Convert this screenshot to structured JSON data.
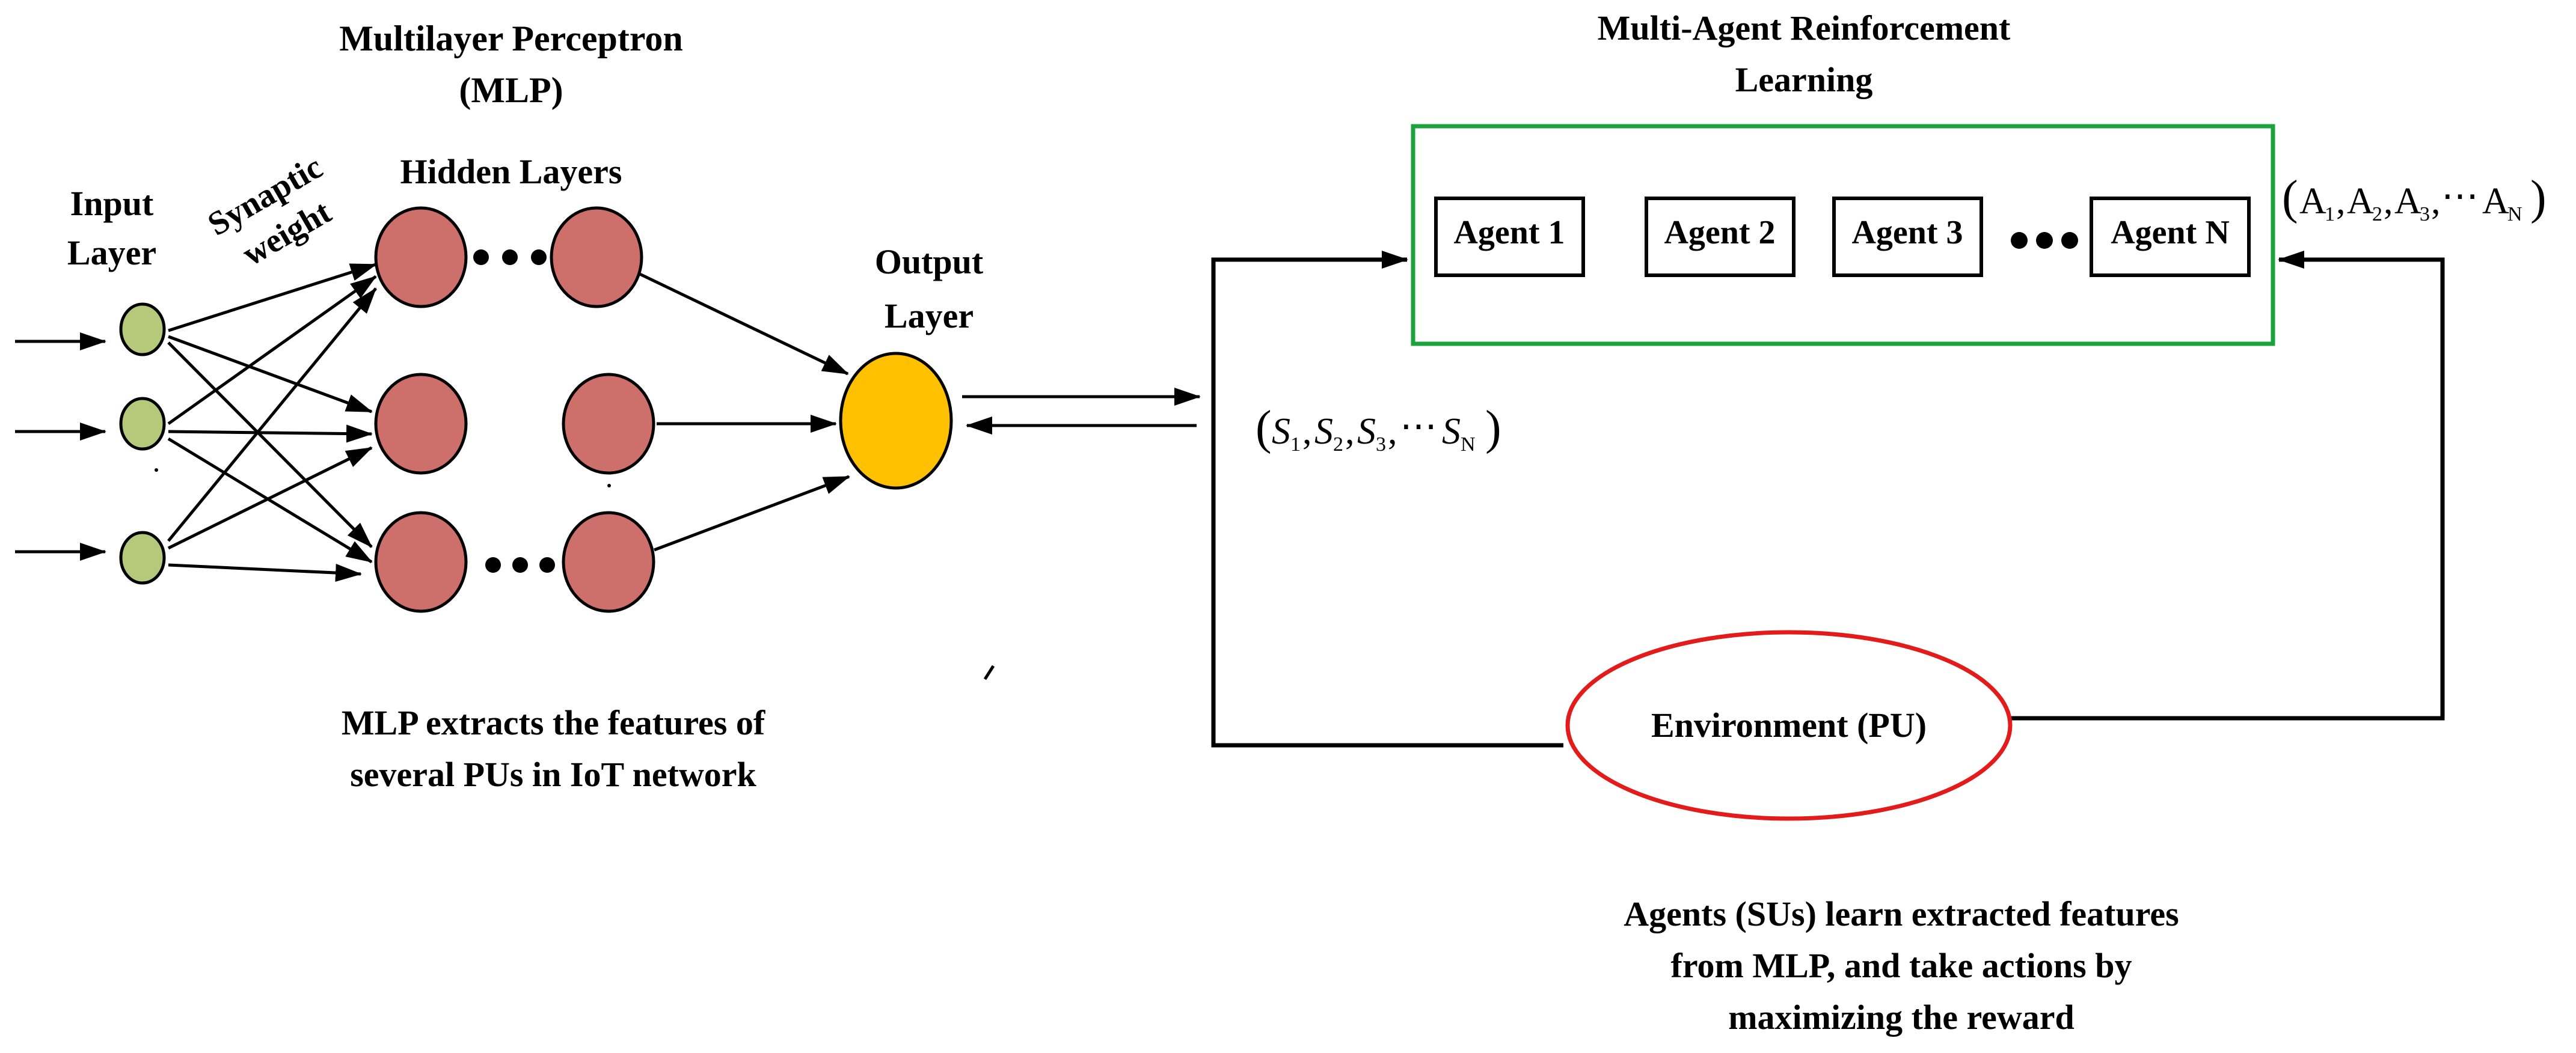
{
  "mlp": {
    "title_line1": "Multilayer Perceptron",
    "title_line2": "(MLP)",
    "input_layer_line1": "Input",
    "input_layer_line2": "Layer",
    "synaptic_line1": "Synaptic",
    "synaptic_line2": "weight",
    "hidden_layers": "Hidden Layers",
    "output_layer_line1": "Output",
    "output_layer_line2": "Layer",
    "caption_line1": "MLP extracts the features of",
    "caption_line2": "several PUs in IoT network",
    "colors": {
      "input_node": "#b5c97a",
      "hidden_node": "#cd6f6a",
      "output_node": "#ffc000"
    }
  },
  "marl": {
    "title_line1": "Multi-Agent Reinforcement",
    "title_line2": "Learning",
    "agents": [
      "Agent 1",
      "Agent 2",
      "Agent 3",
      "Agent N"
    ],
    "environment": "Environment (PU)",
    "caption_line1": "Agents (SUs) learn extracted features",
    "caption_line2": "from MLP, and take actions by",
    "caption_line3": "maximizing the reward",
    "colors": {
      "box_border": "#1aa33a",
      "environment_border": "#e31b1b"
    }
  },
  "states": {
    "s1": "S",
    "s1_sub": "1",
    "s2": "S",
    "s2_sub": "2",
    "s3": "S",
    "s3_sub": "3",
    "sn": "S",
    "sn_sub": "N",
    "ellipsis": "⋯"
  },
  "actions": {
    "a1": "A",
    "a1_sub": "1",
    "a2": "A",
    "a2_sub": "2",
    "a3": "A",
    "a3_sub": "3",
    "an": "A",
    "an_sub": "N",
    "ellipsis": "⋯"
  }
}
